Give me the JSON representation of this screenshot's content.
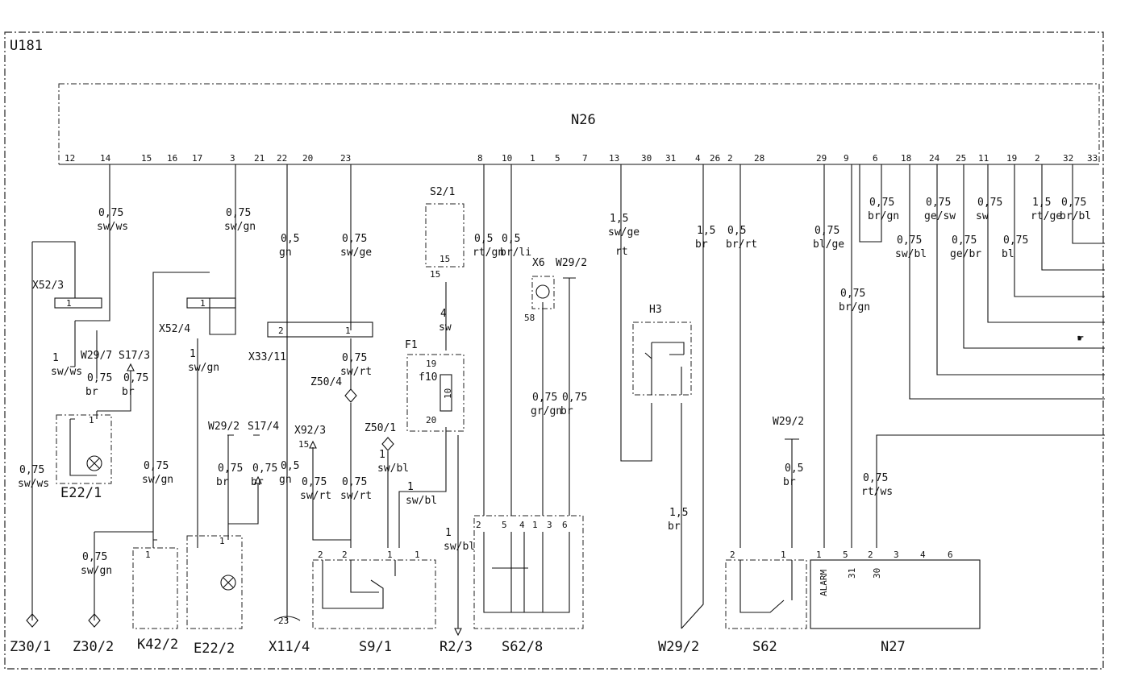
{
  "diagram": {
    "frame_label": "U181",
    "main_unit": "N26",
    "n26_pins": [
      "12",
      "14",
      "15",
      "16",
      "17",
      "3",
      "21",
      "22",
      "20",
      "23",
      "8",
      "10",
      "1",
      "5",
      "7",
      "13",
      "30",
      "31",
      "4",
      "26",
      "2",
      "28",
      "29",
      "9",
      "6",
      "18",
      "24",
      "25",
      "11",
      "19",
      "2",
      "32",
      "33"
    ],
    "wires": [
      {
        "id": "w14",
        "size": "0,75",
        "color": "sw/ws"
      },
      {
        "id": "w3",
        "size": "0,75",
        "color": "sw/gn"
      },
      {
        "id": "w22",
        "size": "0,5",
        "color": "gn"
      },
      {
        "id": "w23",
        "size": "0,75",
        "color": "sw/ge"
      },
      {
        "id": "w8",
        "size": "0,5",
        "color": "rt/gn"
      },
      {
        "id": "w10",
        "size": "0,5",
        "color": "br/li"
      },
      {
        "id": "w13",
        "size": "1,5",
        "color": "sw/ge"
      },
      {
        "id": "w13b",
        "size": "",
        "color": "rt"
      },
      {
        "id": "w4",
        "size": "1,5",
        "color": "br"
      },
      {
        "id": "w2a",
        "size": "0,5",
        "color": "br/rt"
      },
      {
        "id": "w29",
        "size": "0,75",
        "color": "bl/ge"
      },
      {
        "id": "w6",
        "size": "0,75",
        "color": "br/gn"
      },
      {
        "id": "w18",
        "size": "0,75",
        "color": "sw/bl"
      },
      {
        "id": "w24",
        "size": "0,75",
        "color": "ge/sw"
      },
      {
        "id": "w25",
        "size": "0,75",
        "color": "ge/br"
      },
      {
        "id": "w11",
        "size": "0,75",
        "color": "sw"
      },
      {
        "id": "w19",
        "size": "0,75",
        "color": "bl"
      },
      {
        "id": "w2b",
        "size": "1,5",
        "color": "rt/ge"
      },
      {
        "id": "w32",
        "size": "0,75",
        "color": "br/bl"
      },
      {
        "id": "w9",
        "size": "0,75",
        "color": "br/gn"
      },
      {
        "id": "wx52a",
        "size": "1",
        "color": "sw/ws"
      },
      {
        "id": "we221",
        "size": "0,75",
        "color": "br"
      },
      {
        "id": "ws173",
        "size": "0,75",
        "color": "br"
      },
      {
        "id": "wx52b",
        "size": "1",
        "color": "sw/gn"
      },
      {
        "id": "wz301",
        "size": "0,75",
        "color": "sw/ws"
      },
      {
        "id": "wk42",
        "size": "0,75",
        "color": "sw/gn"
      },
      {
        "id": "wz302",
        "size": "0,75",
        "color": "sw/gn"
      },
      {
        "id": "we222",
        "size": "0,75",
        "color": "br"
      },
      {
        "id": "ws174",
        "size": "0,75",
        "color": "br"
      },
      {
        "id": "wx11",
        "size": "0,5",
        "color": "gn"
      },
      {
        "id": "wx33",
        "size": "0,75",
        "color": "sw/rt"
      },
      {
        "id": "wx92",
        "size": "0,75",
        "color": "sw/rt"
      },
      {
        "id": "wz504",
        "size": "0,75",
        "color": "sw/rt"
      },
      {
        "id": "wz501",
        "size": "1",
        "color": "sw/bl"
      },
      {
        "id": "wf1",
        "size": "1",
        "color": "sw/bl"
      },
      {
        "id": "wr23",
        "size": "1",
        "color": "sw/bl"
      },
      {
        "id": "ws21",
        "size": "4",
        "color": "sw"
      },
      {
        "id": "wx6",
        "size": "0,75",
        "color": "gr/gn"
      },
      {
        "id": "ww292",
        "size": "0,75",
        "color": "br"
      },
      {
        "id": "wh3",
        "size": "1,5",
        "color": "br"
      },
      {
        "id": "ws62",
        "size": "0,5",
        "color": "br"
      },
      {
        "id": "wn27",
        "size": "0,75",
        "color": "rt/ws"
      }
    ],
    "components": {
      "x52_3": "X52/3",
      "x52_4": "X52/4",
      "w29_7": "W29/7",
      "s17_3": "S17/3",
      "e22_1": "E22/1",
      "e22_2": "E22/2",
      "w29_2a": "W29/2",
      "s17_4": "S17/4",
      "x33_11": "X33/11",
      "z50_4": "Z50/4",
      "x92_3": "X92/3",
      "z50_1": "Z50/1",
      "s2_1": "S2/1",
      "f1": "F1",
      "f10": "f10",
      "x6": "X6",
      "w29_2b": "W29/2",
      "h3": "H3",
      "w29_2c": "W29/2",
      "z30_1": "Z30/1",
      "z30_2": "Z30/2",
      "k42_2": "K42/2",
      "x11_4": "X11/4",
      "s9_1": "S9/1",
      "r2_3": "R2/3",
      "s62_8": "S62/8",
      "w29_2d": "W29/2",
      "s62": "S62",
      "n27": "N27"
    },
    "pin_labels": {
      "s2_15a": "15",
      "s2_15b": "15",
      "f1_19": "19",
      "f1_20": "20",
      "fuse_rating": "10",
      "x6_58": "58",
      "x92_15": "15",
      "x11_23": "23",
      "x33_2": "2",
      "x33_1": "1",
      "x52_3_1": "1",
      "x52_4_1": "1",
      "n27_alarm": "ALARM",
      "n27_31": "31",
      "n27_30": "30",
      "n27_p1": "1",
      "n27_p5": "5",
      "n27_p2": "2",
      "n27_p3": "3",
      "n27_p4": "4",
      "n27_p6": "6",
      "s62_p2": "2",
      "s62_p1": "1",
      "s9_p2a": "2",
      "s9_p2": "2",
      "s9_p1": "1",
      "s9_p1b": "1",
      "s628_p2": "2",
      "s628_p5": "5",
      "s628_p4": "4",
      "s628_p1": "1",
      "s628_p3": "3",
      "s628_p6": "6",
      "k42_p1": "1",
      "e221_pins": "1",
      "e222_pins": "1"
    }
  }
}
